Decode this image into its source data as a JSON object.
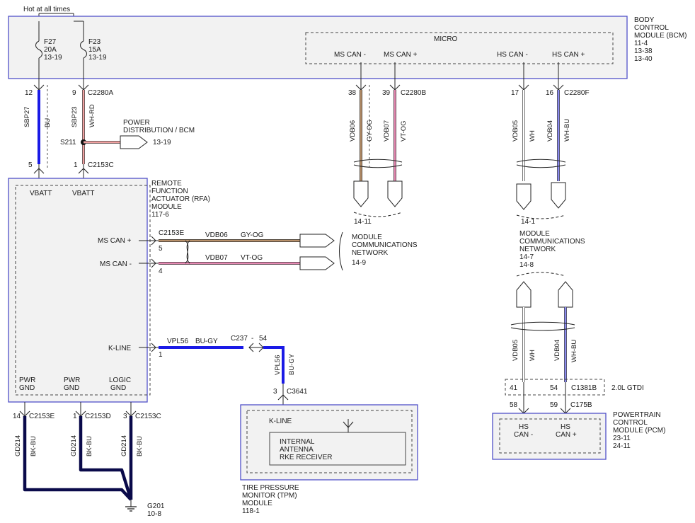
{
  "header": {
    "hot": "Hot at all times"
  },
  "bcm": {
    "lines": [
      "BODY",
      "CONTROL",
      "MODULE (BCM)",
      "11-4",
      "13-38",
      "13-40"
    ],
    "micro": "MICRO",
    "pins": [
      "MS CAN -",
      "MS CAN +",
      "HS CAN -",
      "HS CAN +"
    ]
  },
  "fuses": [
    {
      "name": "F27",
      "rating": "20A",
      "ref": "13-19"
    },
    {
      "name": "F23",
      "rating": "15A",
      "ref": "13-19"
    }
  ],
  "power_wires": [
    {
      "pin_top": "12",
      "circuit": "SBP27",
      "color_code": "BU",
      "pin_bottom": "5",
      "label": "VBATT",
      "color": "#1a1ae6"
    },
    {
      "pin_top": "9",
      "connector_top": "C2280A",
      "circuit": "SBP23",
      "color_code": "WH-RD",
      "pin_bottom": "1",
      "connector_bottom": "C2153C",
      "label": "VBATT",
      "color": "#f0a0a0"
    }
  ],
  "splice": {
    "name": "S211",
    "dest": [
      "POWER",
      "DISTRIBUTION / BCM"
    ],
    "ref": "13-19"
  },
  "rfa": {
    "lines": [
      "REMOTE",
      "FUNCTION",
      "ACTUATOR (RFA)",
      "MODULE",
      "117-6"
    ],
    "ms_can_plus": "MS CAN +",
    "ms_can_minus": "MS CAN -",
    "k_line": "K-LINE",
    "grounds": [
      {
        "l1": "PWR",
        "l2": "GND"
      },
      {
        "l1": "PWR",
        "l2": "GND"
      },
      {
        "l1": "LOGIC",
        "l2": "GND"
      }
    ]
  },
  "bcm_can": [
    {
      "pin": "38",
      "circuit": "VDB06",
      "color_code": "GY-OG",
      "color": "#b8906a"
    },
    {
      "pin": "39",
      "connector": "C2280B",
      "circuit": "VDB07",
      "color_code": "VT-OG",
      "color": "#e88ab4"
    },
    {
      "pin": "17",
      "circuit": "VDB05",
      "color_code": "WH",
      "color": "#ffffff"
    },
    {
      "pin": "16",
      "connector": "C2280F",
      "circuit": "VDB04",
      "color_code": "WH-BU",
      "color": "#8a8af0"
    }
  ],
  "mcn_refs": {
    "left": "14-11",
    "right": "14-1"
  },
  "mcn_left": {
    "lines": [
      "MODULE",
      "COMMUNICATIONS",
      "NETWORK"
    ],
    "ref": "14-9"
  },
  "mcn_right": {
    "lines": [
      "MODULE",
      "COMMUNICATIONS",
      "NETWORK"
    ],
    "refs": [
      "14-7",
      "14-8"
    ]
  },
  "rfa_can": {
    "connector": "C2153E",
    "wires": [
      {
        "pin": "5",
        "circuit": "VDB06",
        "color_code": "GY-OG"
      },
      {
        "pin": "4",
        "circuit": "VDB07",
        "color_code": "VT-OG"
      }
    ]
  },
  "kline": {
    "pin": "1",
    "circuit": "VPL56",
    "color_code": "BU-GY",
    "inline": "C237",
    "sep": "-",
    "inline_pin": "54",
    "tpm_pin": "3",
    "tpm_connector": "C3641"
  },
  "tpm": {
    "k_line": "K-LINE",
    "inner": [
      "INTERNAL",
      "ANTENNA",
      "RKE RECEIVER"
    ],
    "lines": [
      "TIRE PRESSURE",
      "MONITOR (TPM)",
      "MODULE",
      "118-1"
    ]
  },
  "grounds": [
    {
      "pin": "14",
      "connector": "C2153E",
      "circuit": "GD214",
      "color_code": "BK-BU"
    },
    {
      "pin": "1",
      "connector": "C2153D",
      "circuit": "GD214",
      "color_code": "BK-BU"
    },
    {
      "pin": "3",
      "connector": "C2153C",
      "circuit": "GD214",
      "color_code": "BK-BU"
    }
  ],
  "ground_point": {
    "name": "G201",
    "ref": "10-8"
  },
  "pcm_can": [
    {
      "circuit": "VDB05",
      "color_code": "WH",
      "pin_inline": "41",
      "pin": "58"
    },
    {
      "circuit": "VDB04",
      "color_code": "WH-BU",
      "pin_inline": "54",
      "inline_connector": "C1381B",
      "pin": "59",
      "connector": "C175B"
    }
  ],
  "gtdi": "2.0L GTDI",
  "pcm": {
    "pins": [
      {
        "l1": "HS",
        "l2": "CAN -"
      },
      {
        "l1": "HS",
        "l2": "CAN +"
      }
    ],
    "lines": [
      "POWERTRAIN",
      "CONTROL",
      "MODULE (PCM)",
      "23-11",
      "24-11"
    ]
  },
  "colors": {
    "module_border": "#5050c8",
    "module_fill": "#f2f2f2",
    "ground": "#0a0a4a",
    "kline": "#1a1ae6"
  }
}
